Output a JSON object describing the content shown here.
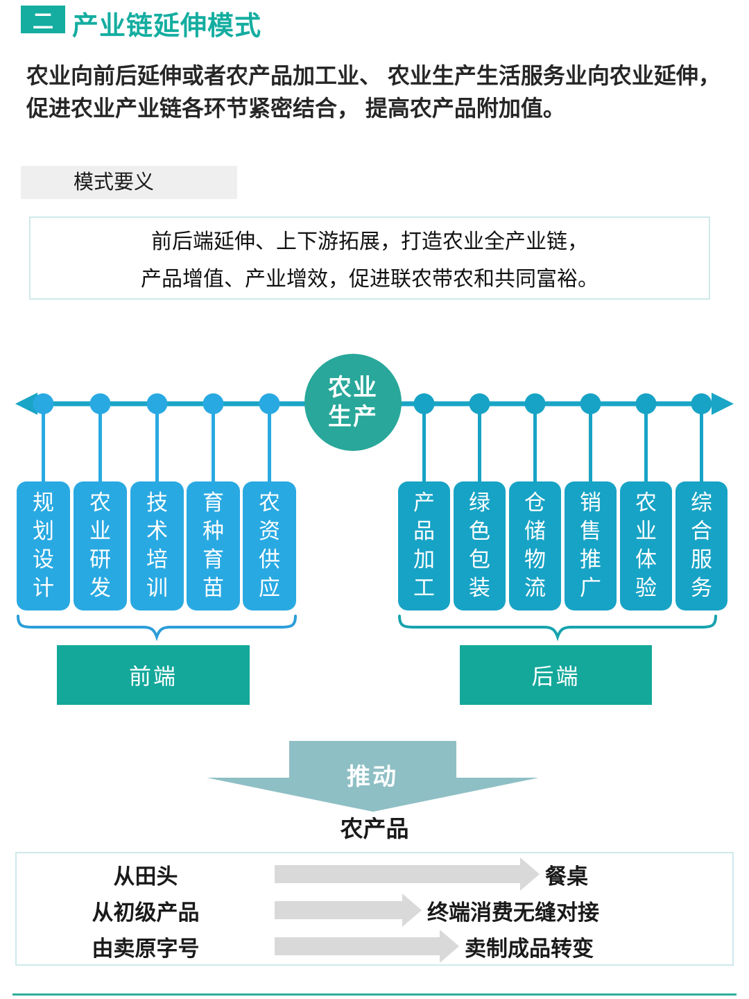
{
  "header": {
    "badge": "二",
    "title": "产业链延伸模式"
  },
  "intro": {
    "line1": "农业向前后延伸或者农产品加工业、 农业生产生活服务业向农业延伸，",
    "line2": "促进农业产业链各环节紧密结合， 提高农产品附加值。"
  },
  "essence": {
    "label": "模式要义",
    "line1": "前后端延伸、上下游拓展，打造农业全产业链，",
    "line2": "产品增值、产业增效，促进联农带农和共同富裕。"
  },
  "diagram": {
    "center": {
      "line1": "农业",
      "line2": "生产"
    },
    "front_items": [
      "规划设计",
      "农业研发",
      "技术培训",
      "育种育苗",
      "农资供应"
    ],
    "back_items": [
      "产品加工",
      "绿色包装",
      "仓储物流",
      "销售推广",
      "农业体验",
      "综合服务"
    ],
    "front_label": "前端",
    "back_label": "后端"
  },
  "push": {
    "arrow_label": "推动",
    "subject": "农产品"
  },
  "transform": {
    "rows": [
      {
        "from": "从田头",
        "to": "餐桌"
      },
      {
        "from": "从初级产品",
        "to": "终端消费无缝对接"
      },
      {
        "from": "由卖原字号",
        "to": "卖制成品转变"
      }
    ]
  },
  "colors": {
    "teal_accent": "#14ada0",
    "circle_teal": "#28a79a",
    "front_blue": "#29a9e2",
    "back_cyan": "#17a3c5",
    "stage_teal": "#14a89b",
    "push_arrow": "#8ebfc4",
    "gray_arrow": "#d9d9d9",
    "axis_cyan": "#1aa5c6",
    "brace_blue": "#2c9ed9",
    "brace_teal": "#16a3ae"
  }
}
